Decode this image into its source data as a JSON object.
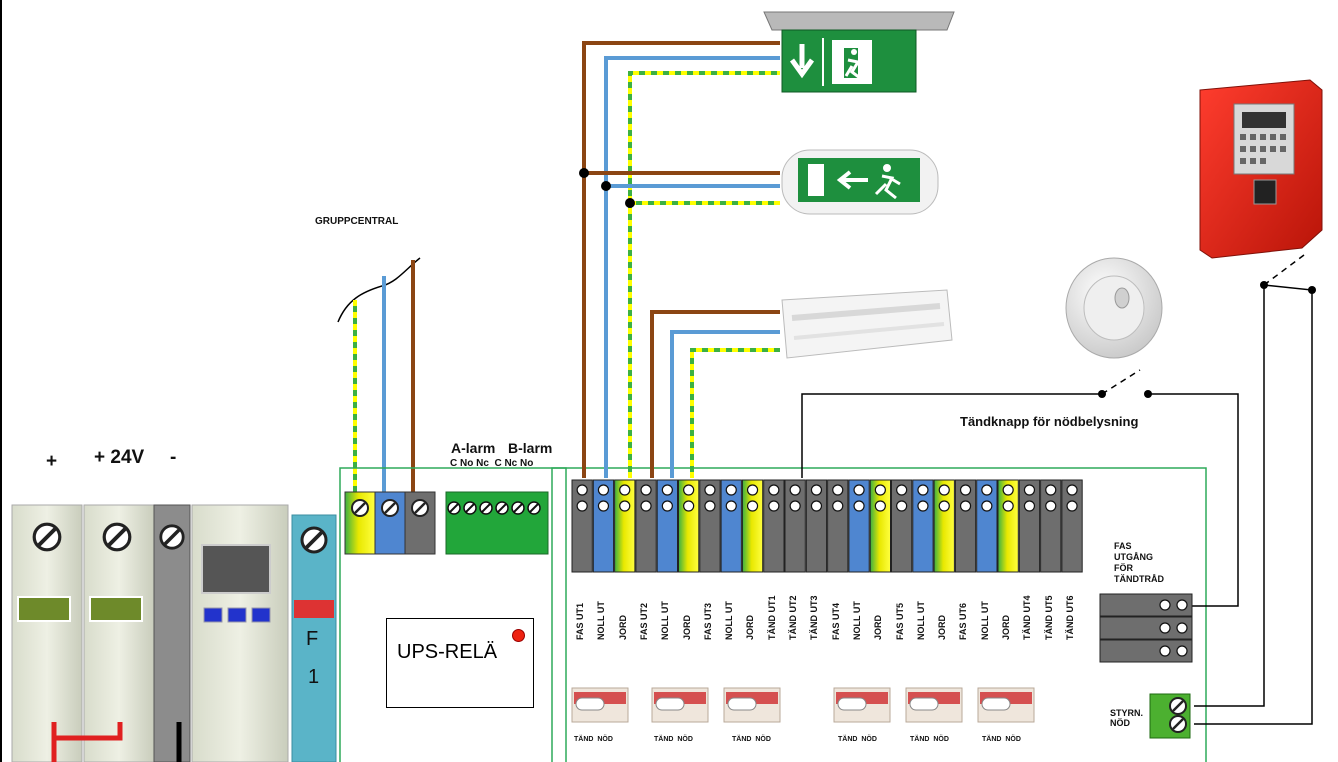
{
  "labels": {
    "gruppcentral": "GRUPPCENTRAL",
    "plus": "+",
    "v24": "+ 24V",
    "minus": "-",
    "a_larm": "A-larm",
    "b_larm": "B-larm",
    "contacts": "C No Nc  C Nc No",
    "ups_rela": "UPS-RELÄ",
    "tandknapp": "Tändknapp för nödbelysning",
    "fas_utgang": [
      "FAS",
      "UTGÅNG",
      "FÖR",
      "TÄNDTRÅD"
    ],
    "styrn": [
      "STYRN.",
      "NÖD"
    ],
    "f1": [
      "F",
      "1"
    ]
  },
  "terminals": [
    "FAS UT1",
    "NOLL UT",
    "JORD",
    "FAS UT2",
    "NOLL UT",
    "JORD",
    "FAS UT3",
    "NOLL UT",
    "JORD",
    "TÄND UT1",
    "TÄND UT2",
    "TÄND UT3",
    "FAS UT4",
    "NOLL UT",
    "JORD",
    "FAS UT5",
    "NOLL UT",
    "JORD",
    "FAS UT6",
    "NOLL UT",
    "JORD",
    "TÄND UT4",
    "TÄND UT5",
    "TÄND UT6"
  ],
  "switch_label": "TÄND  NÖD",
  "colors": {
    "brown": "#8b4513",
    "blue": "#5a9bd5",
    "yellow": "#ffff00",
    "green": "#3cb043",
    "grey": "#6e6e6e",
    "panel_border": "#2eaa5a",
    "red": "#e02020"
  },
  "icons": [
    "exit-sign-down-icon",
    "exit-sign-left-icon",
    "fluorescent-luminaire-icon",
    "push-button-icon",
    "fire-alarm-panel-icon",
    "screw-terminal-icon"
  ]
}
